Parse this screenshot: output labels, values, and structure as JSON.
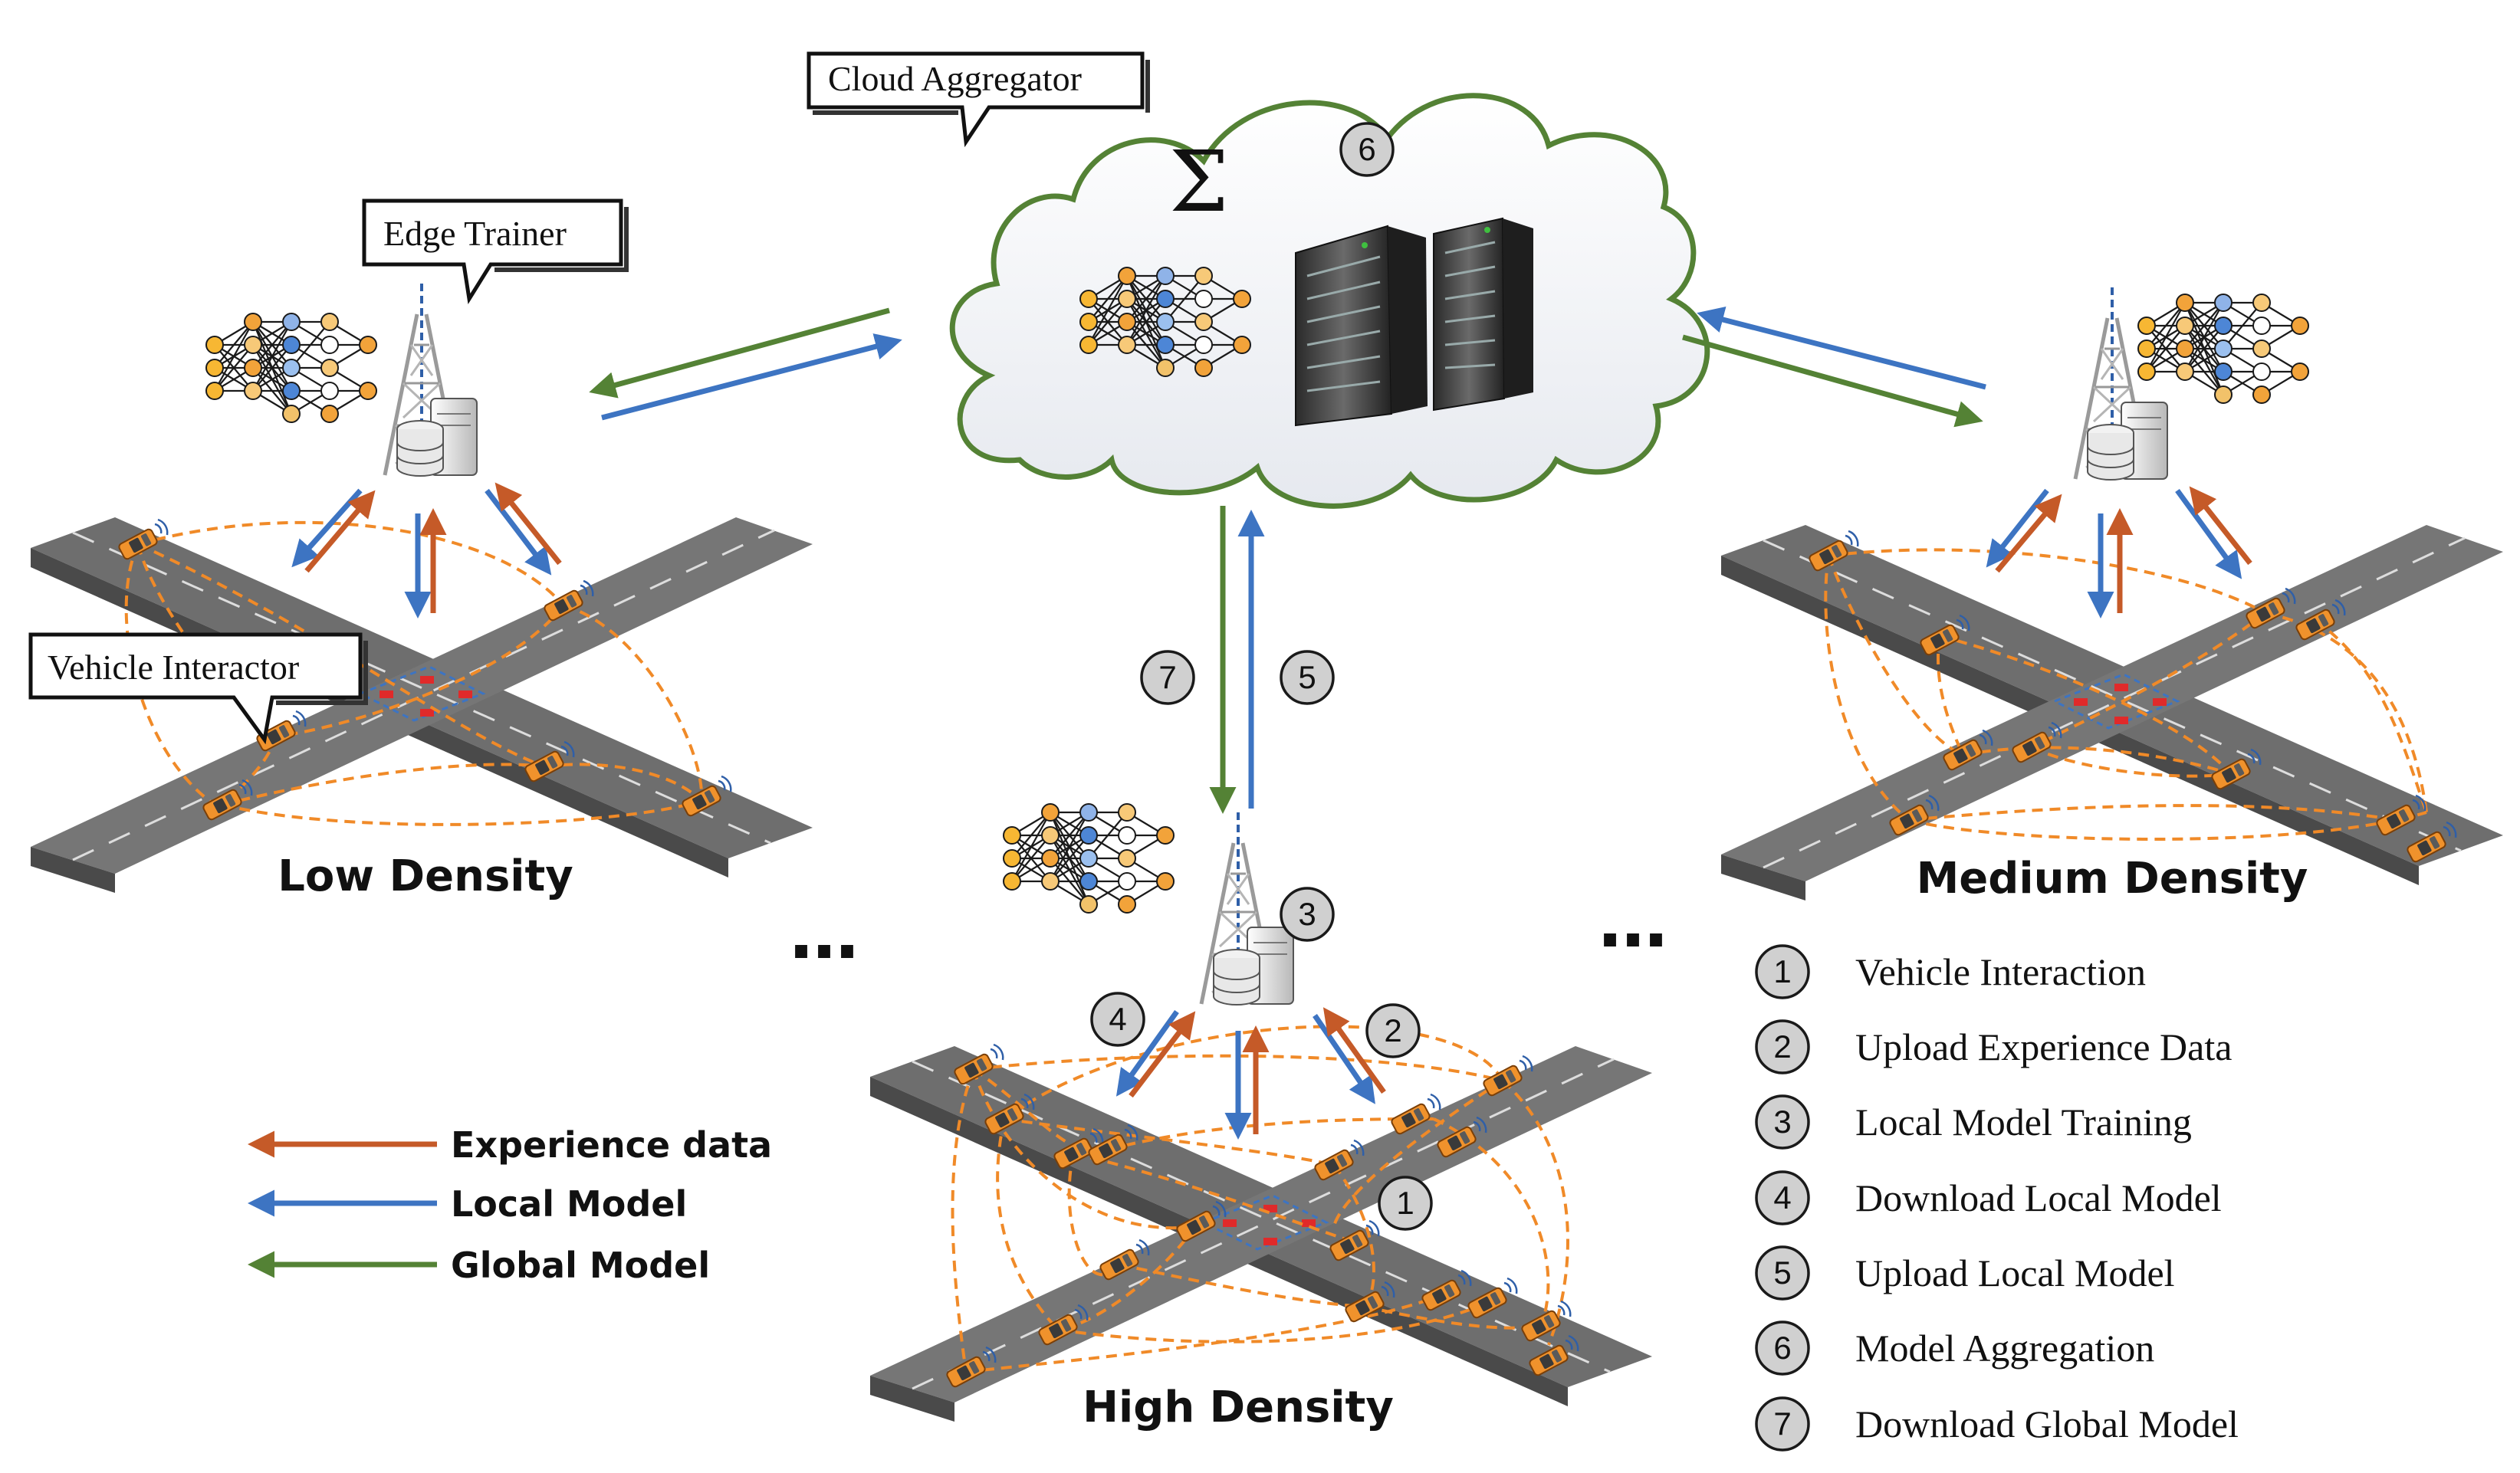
{
  "callouts": {
    "cloud": "Cloud Aggregator",
    "edge": "Edge Trainer",
    "vehicle": "Vehicle Interactor"
  },
  "cloud_symbol": "Σ",
  "scenes": {
    "low": "Low Density",
    "medium": "Medium Density",
    "high": "High Density"
  },
  "ellipsis": "…",
  "steps": [
    {
      "num": "1",
      "label": "Vehicle Interaction"
    },
    {
      "num": "2",
      "label": "Upload Experience Data"
    },
    {
      "num": "3",
      "label": "Local Model Training"
    },
    {
      "num": "4",
      "label": "Download Local Model"
    },
    {
      "num": "5",
      "label": "Upload Local Model"
    },
    {
      "num": "6",
      "label": "Model Aggregation"
    },
    {
      "num": "7",
      "label": "Download Global Model"
    }
  ],
  "legend": [
    {
      "label": "Experience data",
      "color": "#c55a28"
    },
    {
      "label": "Local Model",
      "color": "#3d74c2"
    },
    {
      "label": "Global Model",
      "color": "#548235"
    }
  ],
  "colors": {
    "experience": "#c55a28",
    "local": "#3d74c2",
    "global": "#548235",
    "cloud_outline": "#548235",
    "road": "#6e6e6e",
    "vehicle": "#f0922c",
    "link": "#f08a28",
    "badge": "#d0d0d0"
  },
  "icons": [
    "cloud-icon",
    "server-rack-icon",
    "neural-network-icon",
    "antenna-tower-icon",
    "edge-server-icon",
    "vehicle-icon",
    "wifi-signal-icon",
    "road-intersection-icon"
  ]
}
